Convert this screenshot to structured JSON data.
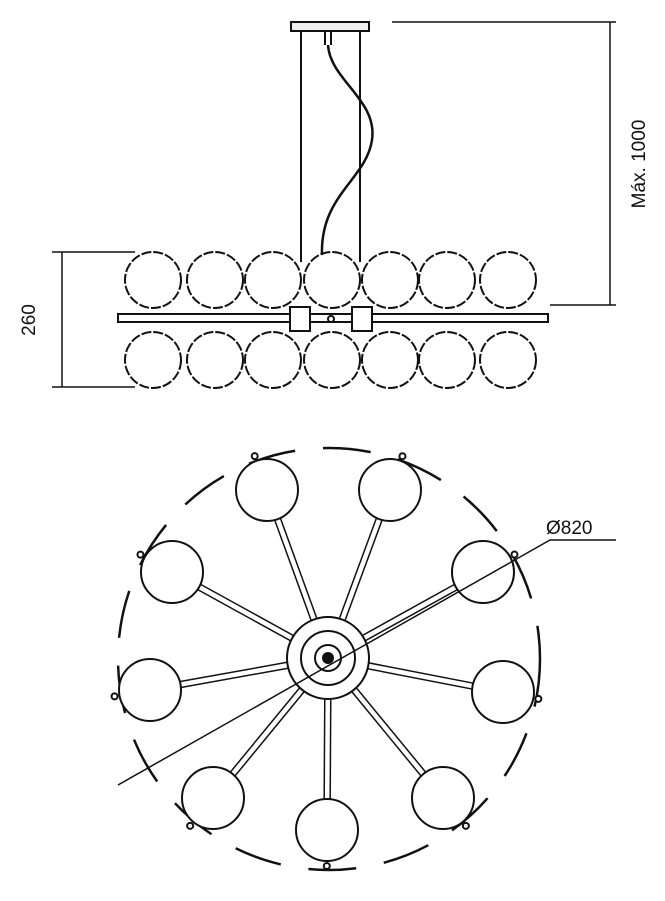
{
  "side_view": {
    "max_length_label": "Máx. 1000",
    "height_label": "260"
  },
  "top_view": {
    "diameter_label": "Ø820"
  },
  "colors": {
    "line": "#111111",
    "background": "#ffffff"
  }
}
